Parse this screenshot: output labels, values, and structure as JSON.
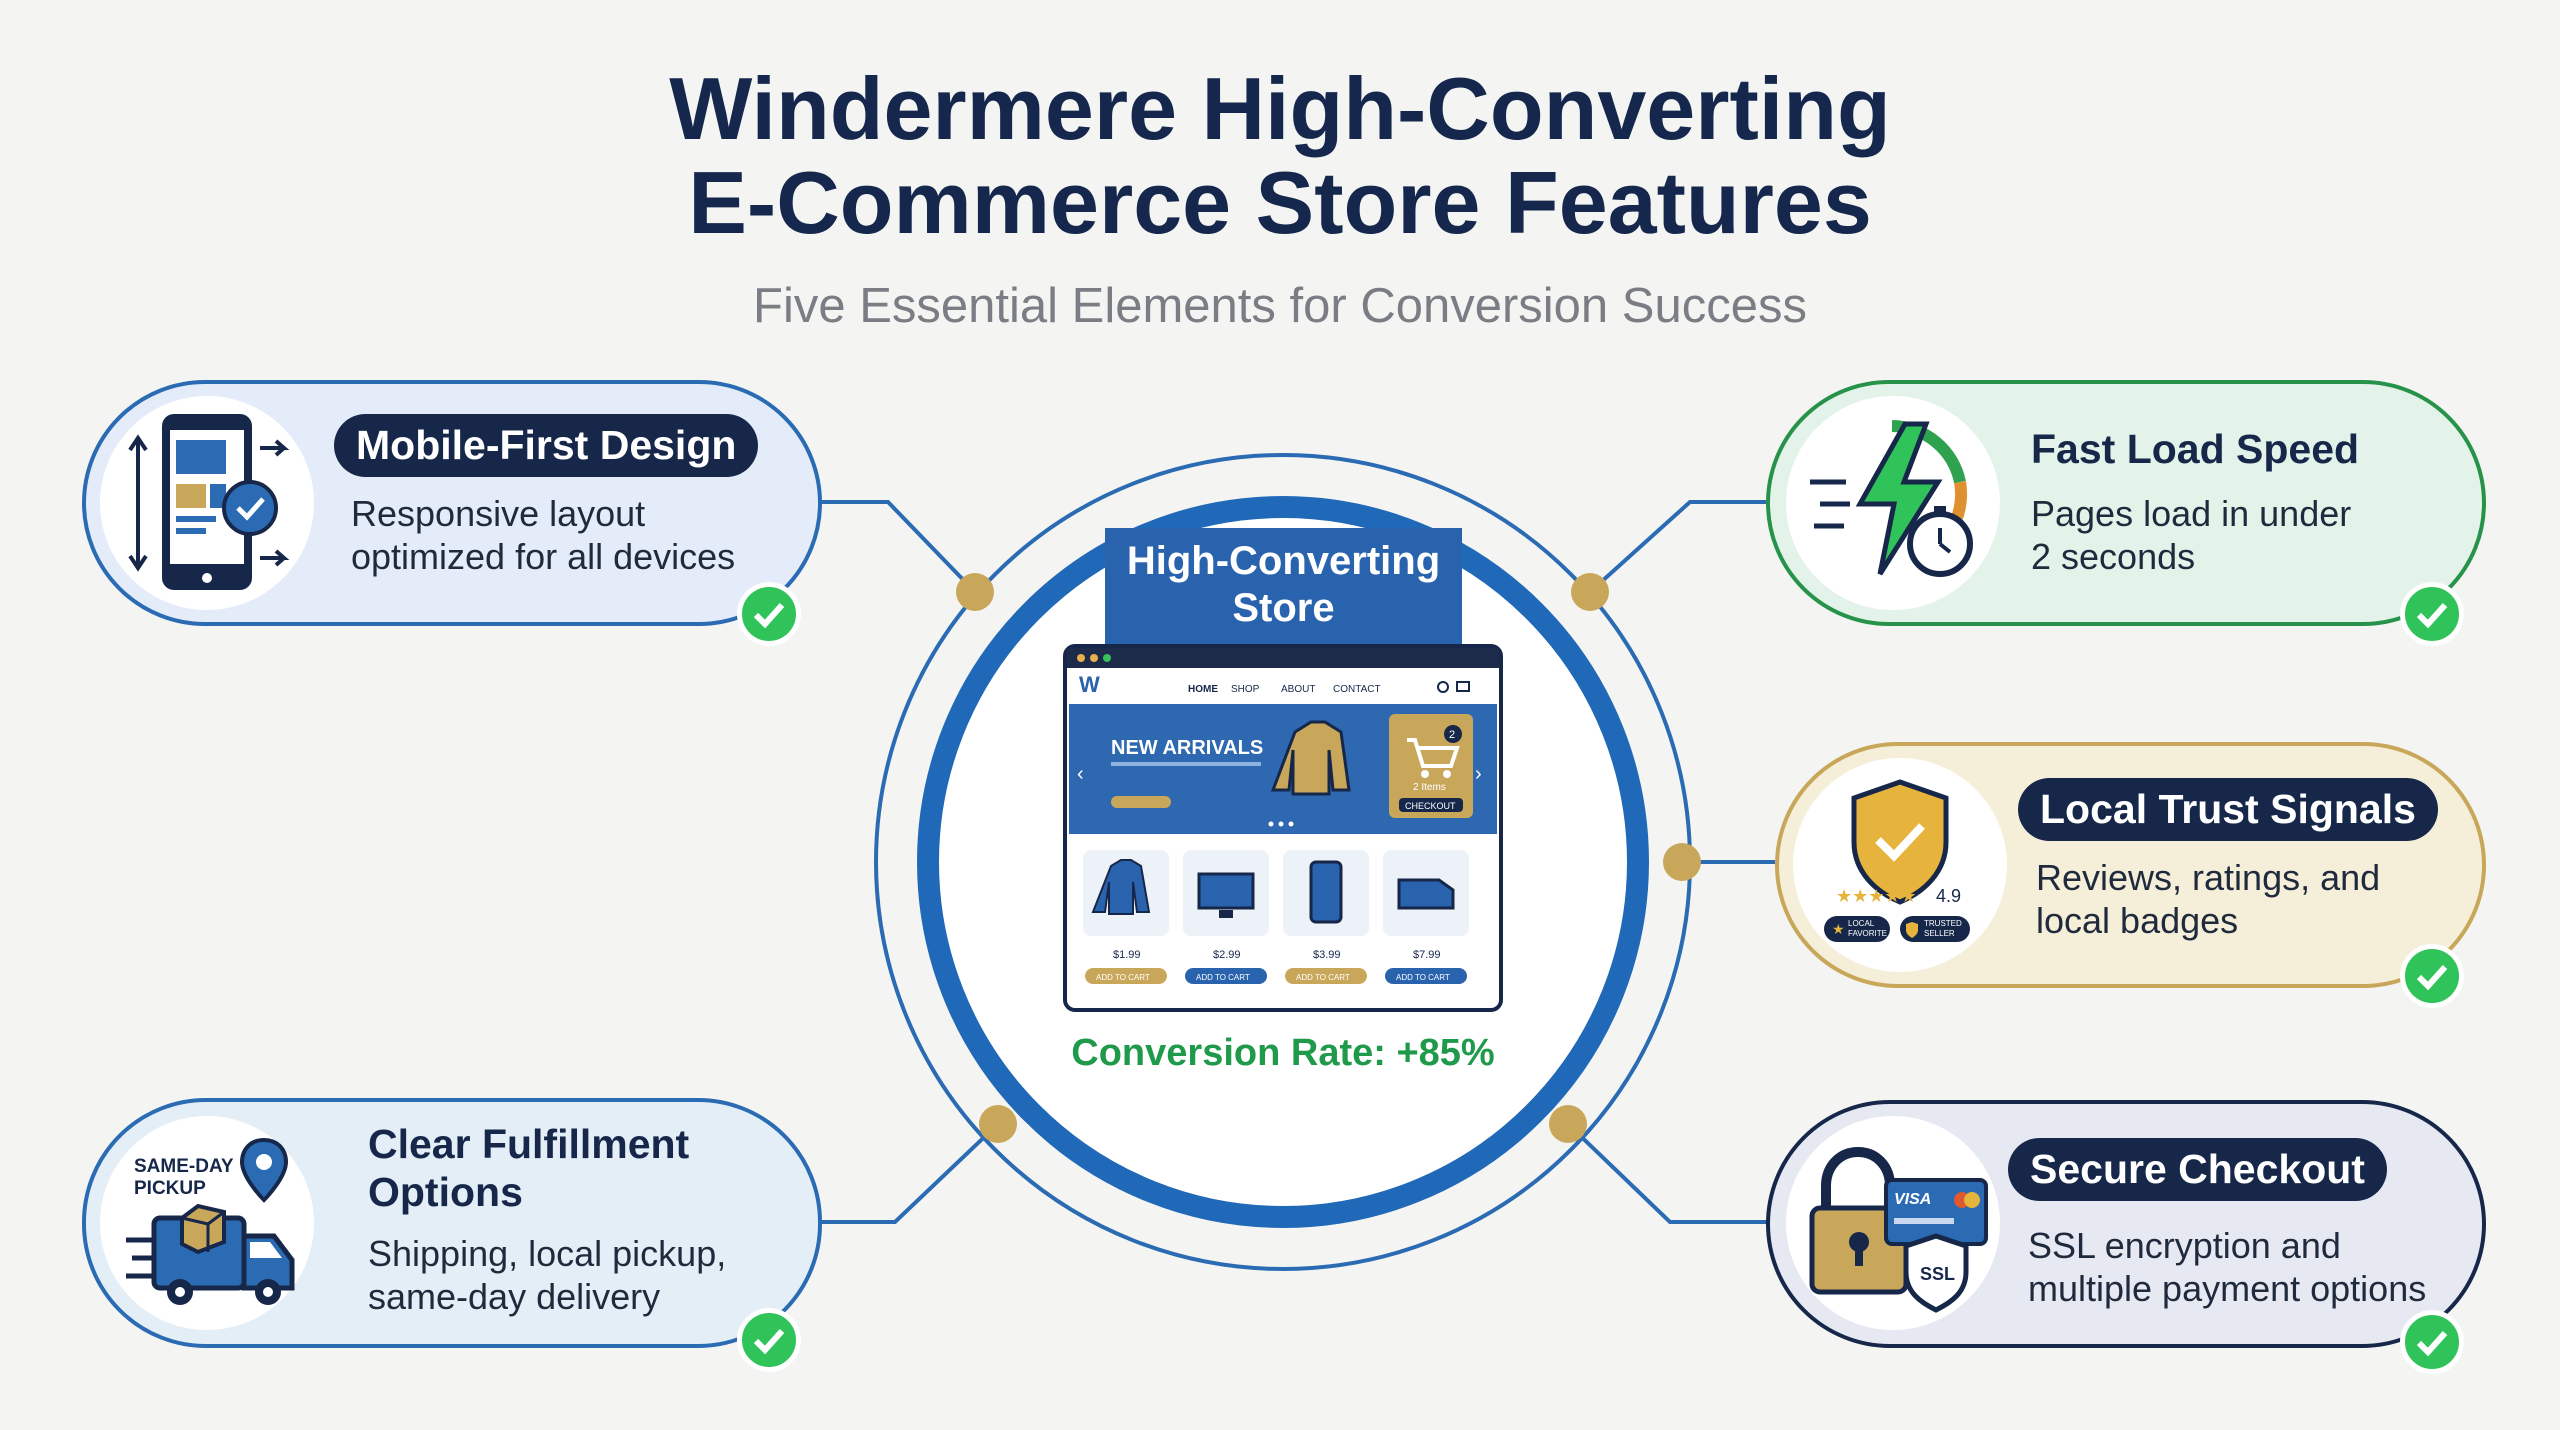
{
  "header": {
    "title_line1": "Windermere High-Converting",
    "title_line2": "E-Commerce Store Features",
    "subtitle": "Five Essential Elements for Conversion Success"
  },
  "center": {
    "banner_line1": "High-Converting",
    "banner_line2": "Store",
    "conversion": "Conversion Rate: +85%",
    "store": {
      "nav": [
        "HOME",
        "SHOP",
        "ABOUT",
        "CONTACT"
      ],
      "hero_text": "NEW ARRIVALS",
      "cart_count": "2",
      "cart_items": "2 Items",
      "cart_checkout": "CHECKOUT",
      "products": [
        {
          "price": "$1.99",
          "button": "ADD TO CART"
        },
        {
          "price": "$2.99",
          "button": "ADD TO CART"
        },
        {
          "price": "$3.99",
          "button": "ADD TO CART"
        },
        {
          "price": "$7.99",
          "button": "ADD TO CART"
        }
      ]
    }
  },
  "features": {
    "mobile": {
      "title": "Mobile-First Design",
      "line1": "Responsive layout",
      "line2": "optimized for all devices",
      "icon": "mobile-phone-icon"
    },
    "speed": {
      "title": "Fast Load Speed",
      "line1": "Pages load in under",
      "line2": "2 seconds",
      "icon": "lightning-stopwatch-icon"
    },
    "trust": {
      "title": "Local Trust Signals",
      "line1": "Reviews, ratings, and",
      "line2": "local badges",
      "rating": "4.9",
      "badge1_line1": "LOCAL",
      "badge1_line2": "FAVORITE",
      "badge2_line1": "TRUSTED",
      "badge2_line2": "SELLER",
      "icon": "shield-icon"
    },
    "fulfillment": {
      "title_line1": "Clear Fulfillment",
      "title_line2": "Options",
      "line1": "Shipping, local pickup,",
      "line2": "same-day delivery",
      "pickup_line1": "SAME-DAY",
      "pickup_line2": "PICKUP",
      "icon": "delivery-truck-icon"
    },
    "checkout": {
      "title": "Secure Checkout",
      "line1": "SSL encryption and",
      "line2": "multiple payment options",
      "card_brand": "VISA",
      "ssl": "SSL",
      "icon": "padlock-icon"
    }
  },
  "colors": {
    "navy": "#16274a",
    "blue": "#2a6bb3",
    "gold": "#c9a75a",
    "green": "#2fc35a"
  }
}
